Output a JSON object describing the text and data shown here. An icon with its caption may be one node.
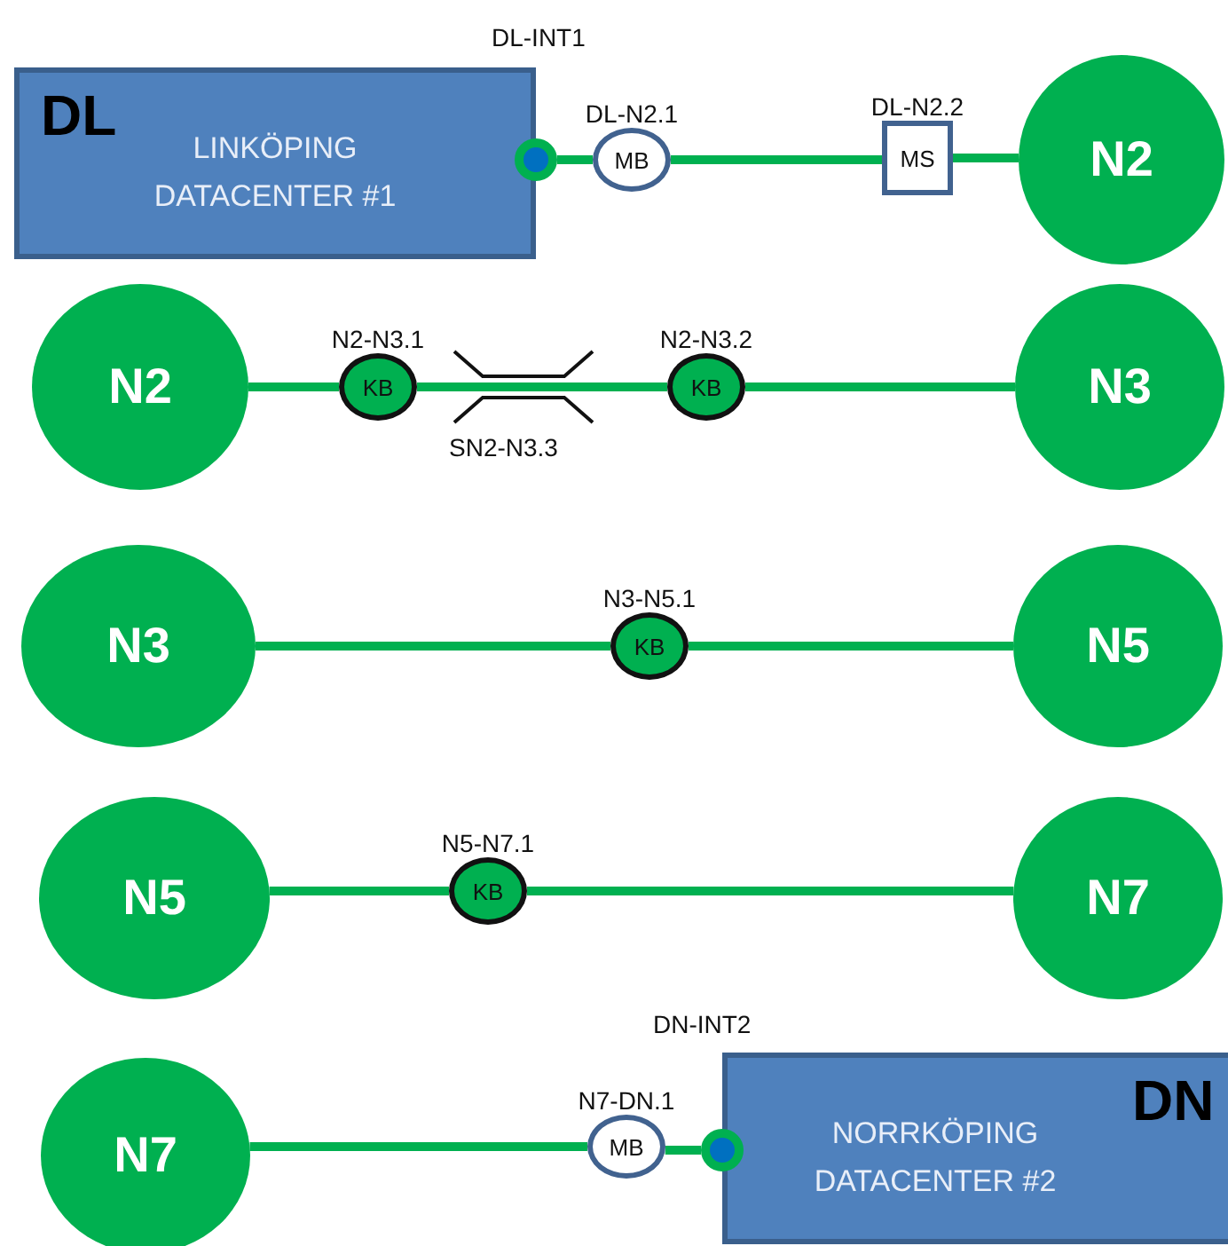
{
  "diagram": {
    "nodes": [
      {
        "text": [
          "DL",
          "LINKÖPING DATACENTER #1"
        ]
      },
      {
        "text": [],
        "shape": "circle"
      },
      {
        "text": [
          "MB"
        ],
        "beside": [
          "DL-N2.1"
        ]
      },
      {
        "text": [
          "MS"
        ],
        "beside": [
          "DL-N2.2"
        ]
      },
      {
        "text": [
          "N2"
        ]
      },
      {
        "text": [
          "N2"
        ]
      },
      {
        "text": [
          "KB"
        ],
        "beside": [
          "N2-N3.1"
        ]
      },
      {
        "text": [
          "KB"
        ],
        "beside": [
          "N2-N3.2"
        ]
      },
      {
        "text": [
          "N3"
        ]
      },
      {
        "text": [
          "N3"
        ]
      },
      {
        "text": [
          "KB"
        ],
        "beside": [
          "N3-N5.1"
        ]
      },
      {
        "text": [
          "N5"
        ]
      },
      {
        "text": [
          "N5"
        ]
      },
      {
        "text": [
          "KB"
        ],
        "beside": [
          "N5-N7.1"
        ]
      },
      {
        "text": [
          "N7"
        ]
      },
      {
        "text": [
          "N7"
        ]
      },
      {
        "text": [
          "MB"
        ],
        "beside": [
          "N7-DN.1"
        ]
      },
      {
        "text": [],
        "shape": "circle"
      },
      {
        "text": [
          "DN",
          "NORRKÖPING DATACENTER #2"
        ]
      }
    ],
    "edges": [
      {
        "from": 1,
        "to": 2,
        "arrow": "none"
      },
      {
        "from": 2,
        "to": 3,
        "arrow": "none"
      },
      {
        "from": 3,
        "to": 4,
        "arrow": "none"
      },
      {
        "from": 5,
        "to": 6,
        "arrow": "none"
      },
      {
        "from": 6,
        "to": 7,
        "arrow": "none"
      },
      {
        "from": 7,
        "to": 8,
        "arrow": "none"
      },
      {
        "from": 9,
        "to": 10,
        "arrow": "none"
      },
      {
        "from": 10,
        "to": 11,
        "arrow": "none"
      },
      {
        "from": 12,
        "to": 13,
        "arrow": "none"
      },
      {
        "from": 13,
        "to": 14,
        "arrow": "none"
      },
      {
        "from": 15,
        "to": 16,
        "arrow": "none"
      },
      {
        "from": 16,
        "to": 17,
        "arrow": "none"
      }
    ],
    "labels": [
      "DL-INT1",
      "SN2-N3.3",
      "DN-INT2"
    ]
  }
}
